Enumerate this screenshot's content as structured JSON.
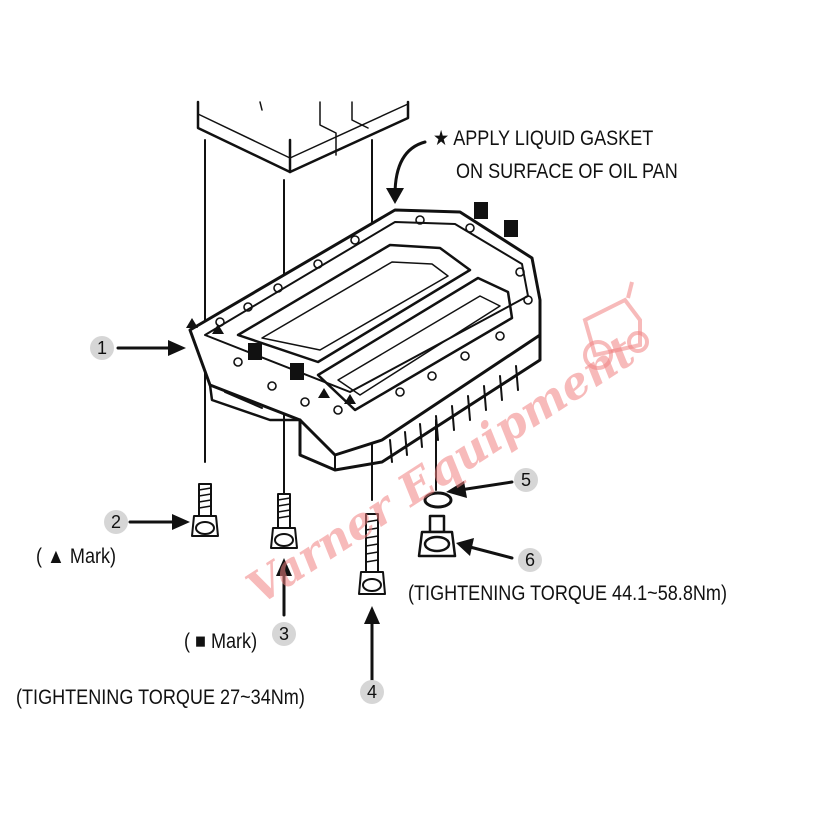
{
  "callouts": {
    "gasket_note_line1": "★ APPLY LIQUID GASKET",
    "gasket_note_line2": "ON SURFACE OF OIL PAN",
    "triangle_mark": "( ▲ Mark)",
    "square_mark": "( ■ Mark)",
    "torque_bolts": "(TIGHTENING TORQUE 27~34Nm)",
    "torque_drain_plug": "(TIGHTENING TORQUE 44.1~58.8Nm)"
  },
  "numbers": [
    "1",
    "2",
    "3",
    "4",
    "5",
    "6"
  ],
  "watermark": {
    "text": "Varner Equipment",
    "color": "#f08282"
  }
}
